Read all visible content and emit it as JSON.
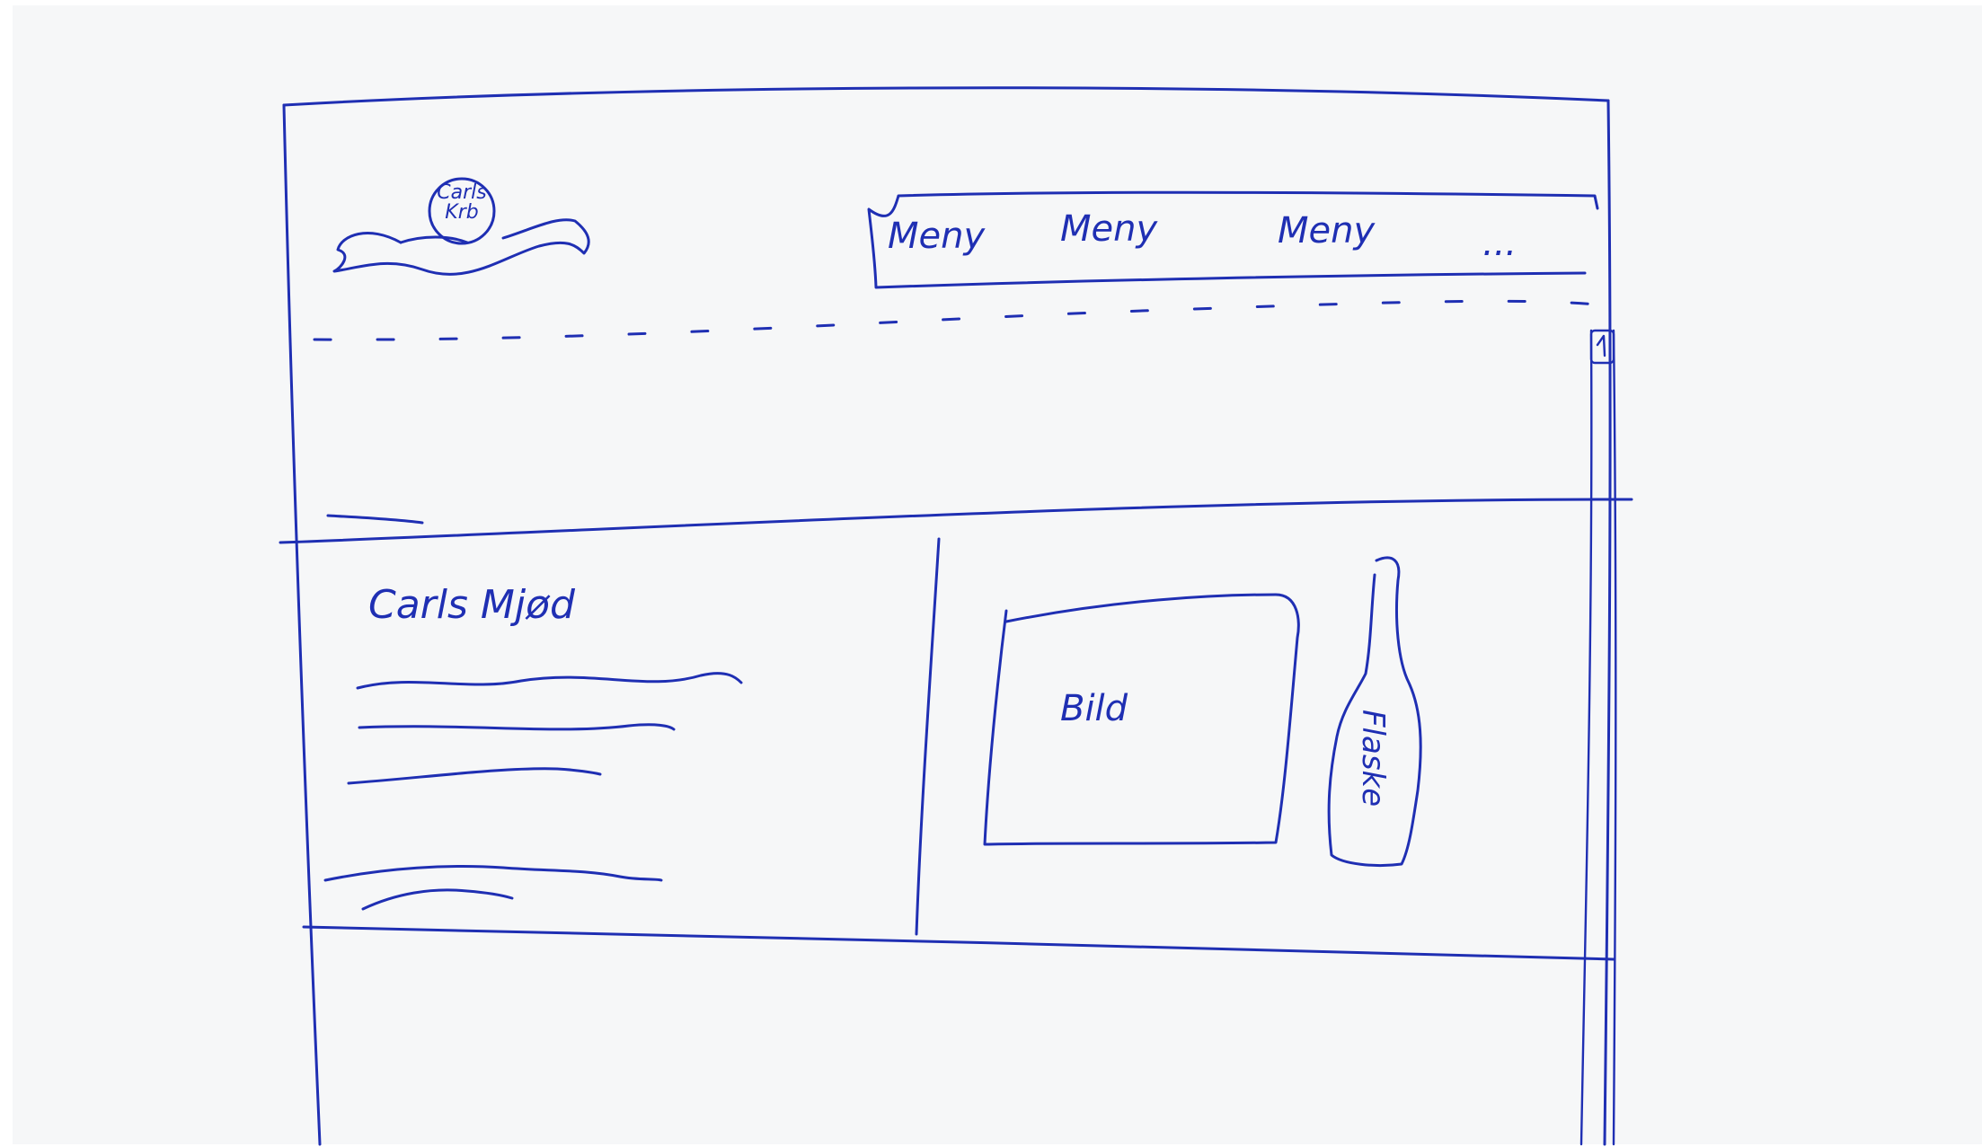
{
  "logo": {
    "line1": "Carls",
    "line2": "Krb"
  },
  "nav": {
    "items": [
      {
        "label": "Meny"
      },
      {
        "label": "Meny"
      },
      {
        "label": "Meny"
      },
      {
        "label": "..."
      }
    ]
  },
  "hero": {
    "title": "Carls Mjød",
    "image_label": "Bild",
    "bottle_label": "Flaske"
  },
  "colors": {
    "ink": "#1f2fb3",
    "paper": "#f6f7f8"
  }
}
